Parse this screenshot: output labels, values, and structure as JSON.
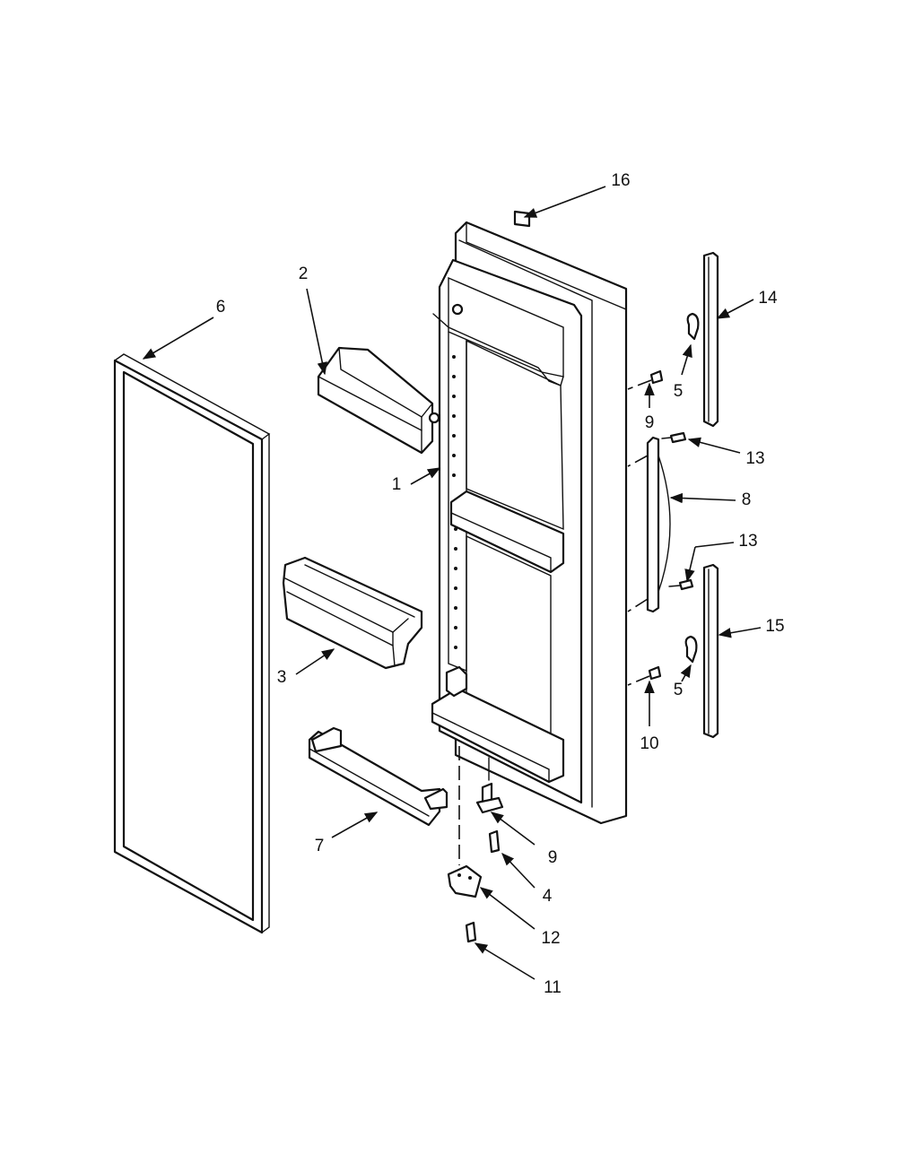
{
  "callouts": [
    {
      "id": "1",
      "label": "1"
    },
    {
      "id": "2",
      "label": "2"
    },
    {
      "id": "3",
      "label": "3"
    },
    {
      "id": "4",
      "label": "4"
    },
    {
      "id": "5a",
      "label": "5"
    },
    {
      "id": "5b",
      "label": "5"
    },
    {
      "id": "6",
      "label": "6"
    },
    {
      "id": "7",
      "label": "7"
    },
    {
      "id": "8",
      "label": "8"
    },
    {
      "id": "9a",
      "label": "9"
    },
    {
      "id": "9b",
      "label": "9"
    },
    {
      "id": "10",
      "label": "10"
    },
    {
      "id": "11",
      "label": "11"
    },
    {
      "id": "12",
      "label": "12"
    },
    {
      "id": "13a",
      "label": "13"
    },
    {
      "id": "13b",
      "label": "13"
    },
    {
      "id": "14",
      "label": "14"
    },
    {
      "id": "15",
      "label": "15"
    },
    {
      "id": "16",
      "label": "16"
    }
  ]
}
